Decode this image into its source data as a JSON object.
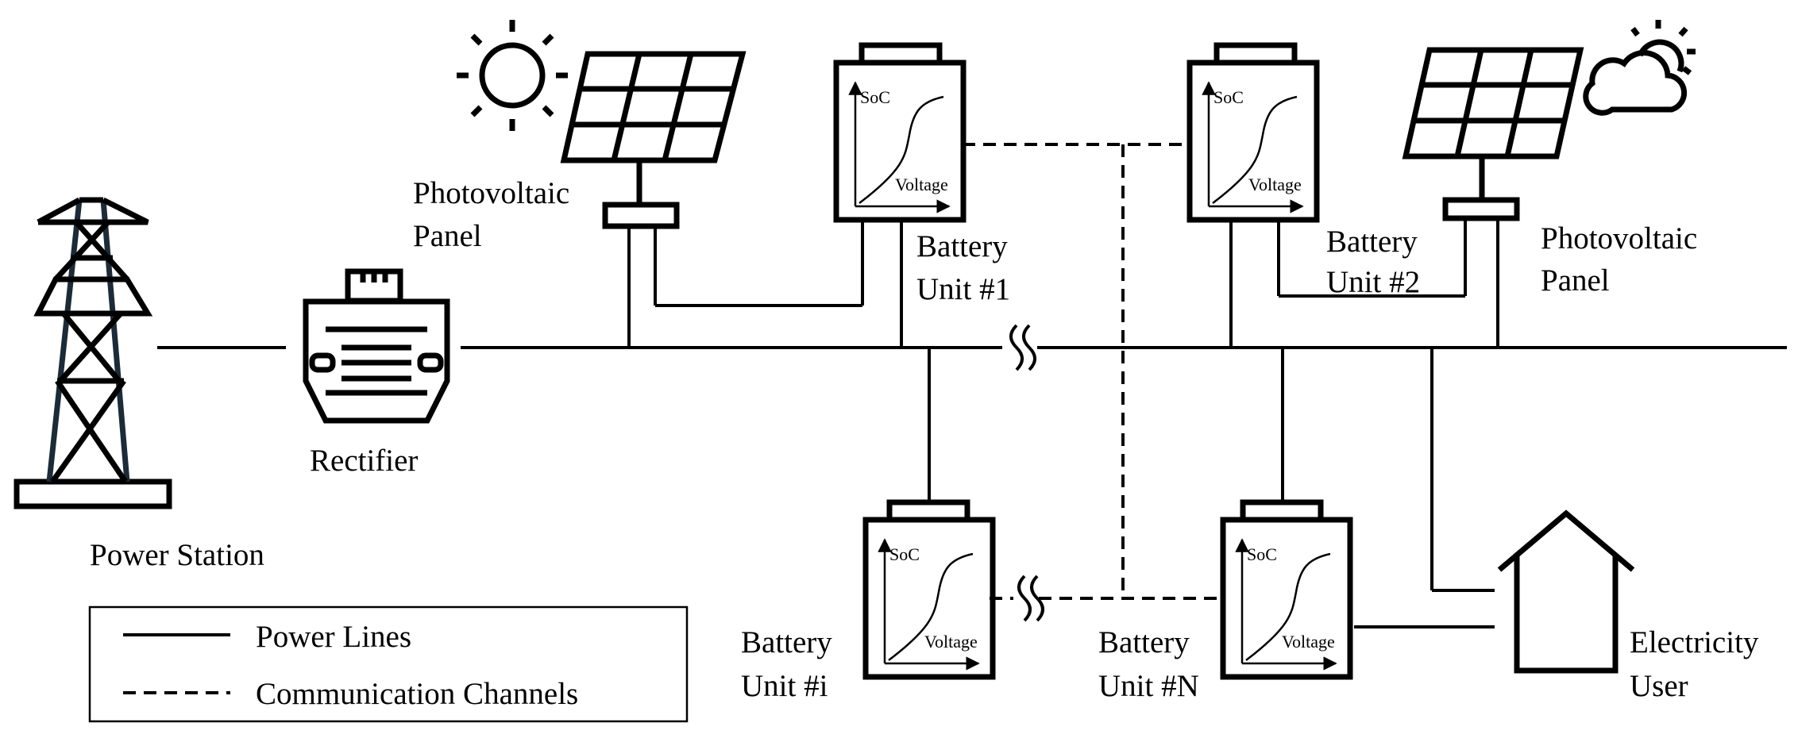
{
  "labels": {
    "power_station": "Power Station",
    "rectifier": "Rectifier",
    "pv_left_line1": "Photovoltaic",
    "pv_left_line2": "Panel",
    "pv_right_line1": "Photovoltaic",
    "pv_right_line2": "Panel",
    "battery1_line1": "Battery",
    "battery1_line2": "Unit #1",
    "battery2_line1": "Battery",
    "battery2_line2": "Unit #2",
    "batteryi_line1": "Battery",
    "batteryi_line2": "Unit #i",
    "batteryN_line1": "Battery",
    "batteryN_line2": "Unit #N",
    "user_line1": "Electricity",
    "user_line2": "User"
  },
  "battery_chart": {
    "y_label": "SoC",
    "x_label": "Voltage"
  },
  "legend": {
    "power_lines": "Power Lines",
    "communication_channels": "Communication Channels"
  },
  "icons": [
    "sun-icon",
    "cloud-sun-icon",
    "transmission-tower-icon",
    "rectifier-icon",
    "solar-panel-icon",
    "battery-icon",
    "house-icon"
  ]
}
